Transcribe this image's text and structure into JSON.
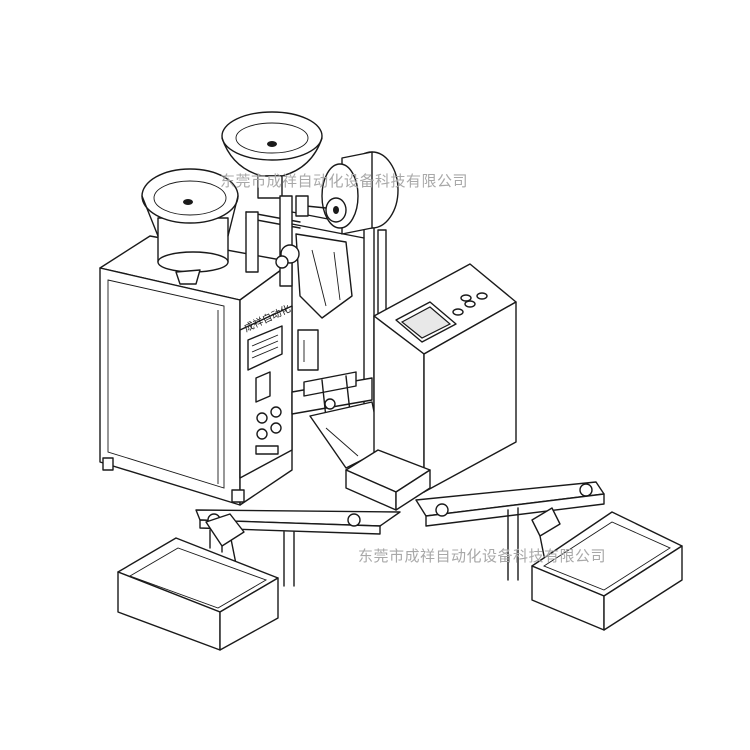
{
  "watermark": {
    "top": "东莞市成祥自动化设备科技有限公司",
    "bottom": "东莞市成祥自动化设备科技有限公司"
  },
  "machine_label": "成祥自动化"
}
